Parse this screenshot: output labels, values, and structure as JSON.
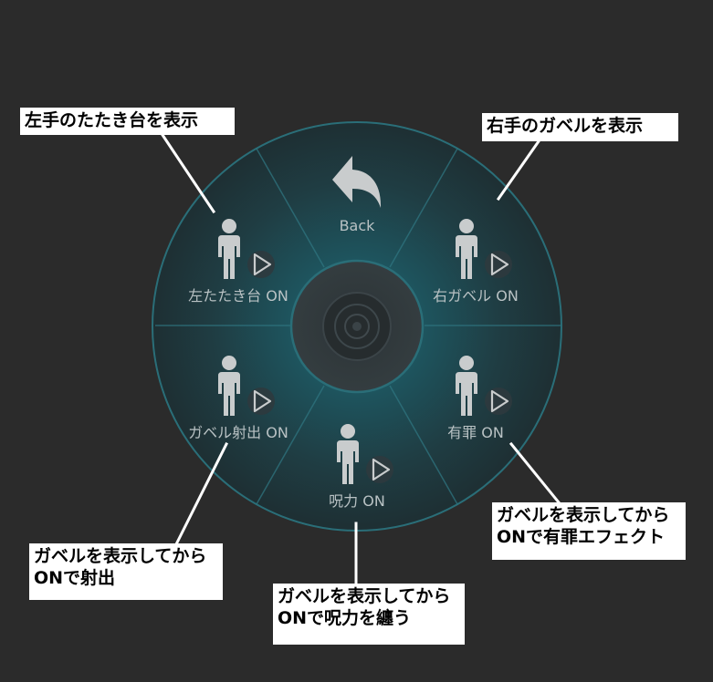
{
  "colors": {
    "background": "#2b2b2b",
    "wheel_fill": "#1f3338",
    "wheel_glow": "#1f5a63",
    "wheel_ring": "#2a6e78",
    "segment_line": "#2f7580",
    "inner_ring": "#3d4d52",
    "label": "#b9c2c4",
    "icon": "#c9cccd",
    "callout_bg": "#ffffff",
    "callout_text": "#000000"
  },
  "radial_menu": {
    "back": {
      "label": "Back",
      "icon": "back-arrow-icon"
    },
    "items": [
      {
        "id": "right-gavel",
        "label": "右ガベル ON",
        "icon": "person-play-icon"
      },
      {
        "id": "guilty",
        "label": "有罪 ON",
        "icon": "person-play-icon"
      },
      {
        "id": "spell-power",
        "label": "呪力 ON",
        "icon": "person-play-icon"
      },
      {
        "id": "gavel-shoot",
        "label": "ガベル射出 ON",
        "icon": "person-play-icon"
      },
      {
        "id": "left-stand",
        "label": "左たたき台 ON",
        "icon": "person-play-icon"
      }
    ],
    "center_icon": "joystick-icon"
  },
  "callouts": {
    "left_stand": "左手のたたき台を表示",
    "right_gavel": "右手のガベルを表示",
    "gavel_shoot": "ガベルを表示してから\nONで射出",
    "spell_power": "ガベルを表示してから\nONで呪力を纏う",
    "guilty": "ガベルを表示してから\nONで有罪エフェクト"
  }
}
